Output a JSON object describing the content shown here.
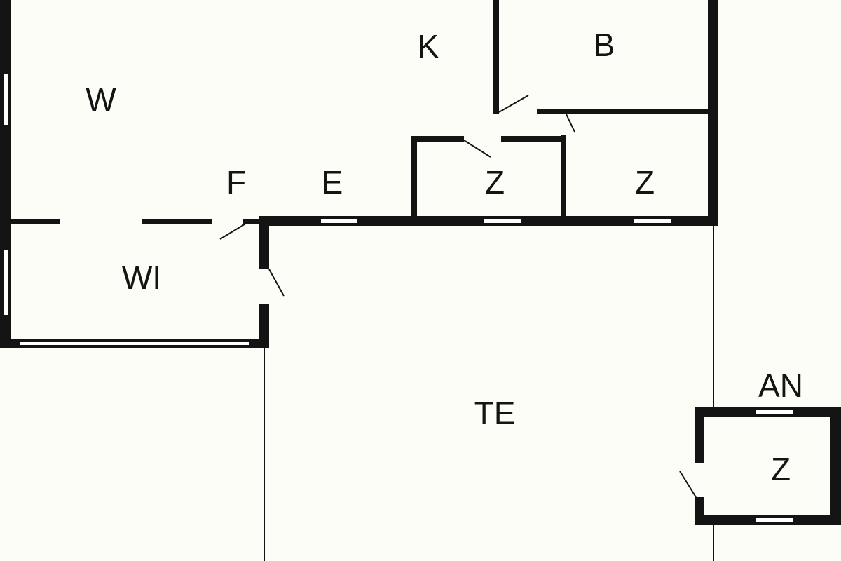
{
  "plan": {
    "rooms": [
      {
        "id": "W",
        "label": "W"
      },
      {
        "id": "K",
        "label": "K"
      },
      {
        "id": "B",
        "label": "B"
      },
      {
        "id": "F",
        "label": "F"
      },
      {
        "id": "E",
        "label": "E"
      },
      {
        "id": "Z1",
        "label": "Z"
      },
      {
        "id": "Z2",
        "label": "Z"
      },
      {
        "id": "WI",
        "label": "WI"
      },
      {
        "id": "TE",
        "label": "TE"
      },
      {
        "id": "AN",
        "label": "AN"
      },
      {
        "id": "Z3",
        "label": "Z"
      }
    ]
  },
  "colors": {
    "wall": "#141414",
    "background": "#fdfdf8",
    "window": "#ffffff"
  }
}
